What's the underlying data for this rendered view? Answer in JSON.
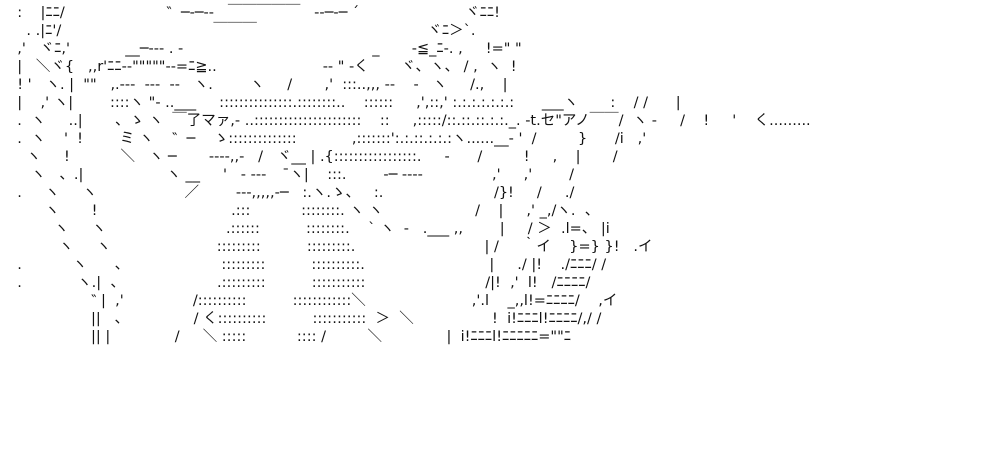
{
  "ascii_art": {
    "lines": [
      "  :    |ﾆﾆ/                      ‶  ─‐─‐‐   ￣￣￣￣￣   ‐‐─‐─ ´                       ヾﾆﾆ!",
      "    . .|ﾆ'/                                 ￣￣￣                                     ヾﾆ＞`.",
      "  ,'   ヾﾆ,'            __─‐‐‐ . -                                         _       -≦_ﾆ-. ,     !=\" \"",
      "  |   ＼ヾ{   ,,r'ﾆﾆ‐‐\"\"\"\"\"‐‐=ﾆ≧..                       ‐‐ \" -く       ヾ、ヽ、 / ,  ヽ  !",
      "  ! '   ヽ. |  \"\"   ,.‐‐‐  ‐‐‐  ‐‐   ヽ.        ヽ     /       ,'  :::..,,, ‐‐    ‐   ヽ     /.,    |",
      "  |    ,' ヽ|        ::::ヽ \"‐ ..___     :::::::::::::::.::::::::..    ::::::     ,',::,' :.:.:.:.:.:.:      ___ヽ       :    / /      |",
      "  .  ヽ     ..|       、ゝ ヽ  ￣了マァ,‐ ..::::::::::::::::::::::    ::     ,:::::/::.::.::.:.:._. ‐t.セ\"アノ￣￣/  ヽ ‐     /    !     '    く.........",
      "  .  ヽ    '  !        ミ ヽ    ‶  ─    ゝ::::::::::::::            ,:::::::':.:.::.:.:.:ヽ......__‐ '  /         }      /i   ,'",
      "    ヽ     !           ＼   ヽ ─       ‐‐‐‐,,‐   /   ヾ__ | .{:::::::::::::::::.     ‐      /         !     ,    |       /",
      "     ヽ   、.|                  ヽ __     '   ‐ ‐‐‐     ̄ヽ|    :::.        ‐─ ‐‐‐‐               ,'     ,'        /",
      "  .     ヽ     ヽ                   ／        ‐‐‐,,,,,‐─   :.ヽ.ゝ、   :.                        /}!     /     ./",
      "        ヽ       !                             .:::           ::::::::. ヽ ヽ                    /    |     ,' _,/ヽ.  、",
      "          ヽ     ヽ                          .::::::          ::::::::.    ` ヽ  ‐   .___ ,,        |     / ＞  .l=、 |i",
      "           ヽ     ヽ                       :::::::::          :::::::::.                            | /     ｀イ    }=} }!   .イ",
      "  .           ヽ      、                    :::::::::          ::::::::::.                           |     ./ |!    ./ﾆﾆﾆ/ /",
      "  .            ヽ.|  、                    .:::::::::          :::::::::::                          /|!  ,'  l!   /ﾆﾆﾆﾆ/",
      "                  ‶ |  ,'               /::::::::::          ::::::::::::＼                       ,'.l    _,,l!=ﾆﾆﾆﾆ/    ,イ",
      "                  ||   、              / く::::::::::          :::::::::::  ＞  ＼                 !  i!ﾆﾆﾆl!ﾆﾆﾆﾆ/,/ /",
      "                  || |              /     ＼ :::::           :::: /         ＼              |  i!ﾆﾆﾆl!ﾆﾆﾆﾆﾆ=\"\"ﾆ"
    ]
  }
}
